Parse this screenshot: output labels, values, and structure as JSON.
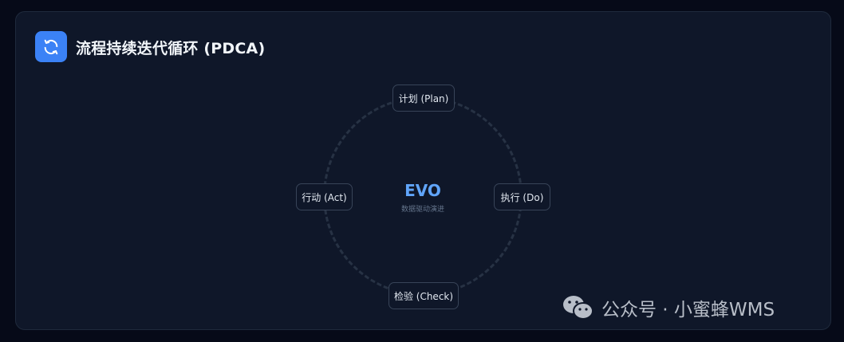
{
  "header": {
    "icon": "refresh-cycle-icon",
    "title": "流程持续迭代循环 (PDCA)"
  },
  "cycle": {
    "center": {
      "title": "EVO",
      "subtitle": "数据驱动演进"
    },
    "nodes": [
      {
        "id": "plan",
        "label": "计划 (Plan)",
        "position": "top"
      },
      {
        "id": "do",
        "label": "执行 (Do)",
        "position": "right"
      },
      {
        "id": "check",
        "label": "检验 (Check)",
        "position": "bottom"
      },
      {
        "id": "act",
        "label": "行动 (Act)",
        "position": "left"
      }
    ]
  },
  "watermark": {
    "icon": "wechat-icon",
    "text": "公众号 · 小蜜蜂WMS"
  },
  "colors": {
    "accent": "#3b82f6",
    "center_text": "#60a5fa",
    "background": "#060a18",
    "card": "#0f1729"
  }
}
